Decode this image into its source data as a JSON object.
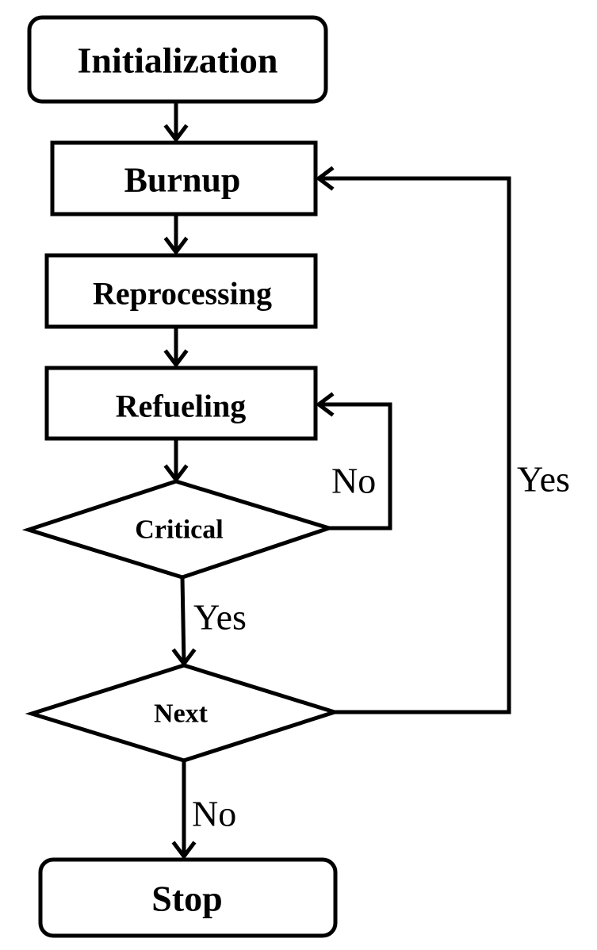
{
  "nodes": {
    "initialization": "Initialization",
    "burnup": "Burnup",
    "reprocessing": "Reprocessing",
    "refueling": "Refueling",
    "critical": "Critical",
    "next": "Next",
    "stop": "Stop"
  },
  "edge_labels": {
    "critical_no": "No",
    "critical_yes": "Yes",
    "next_yes": "Yes",
    "next_no": "No"
  }
}
